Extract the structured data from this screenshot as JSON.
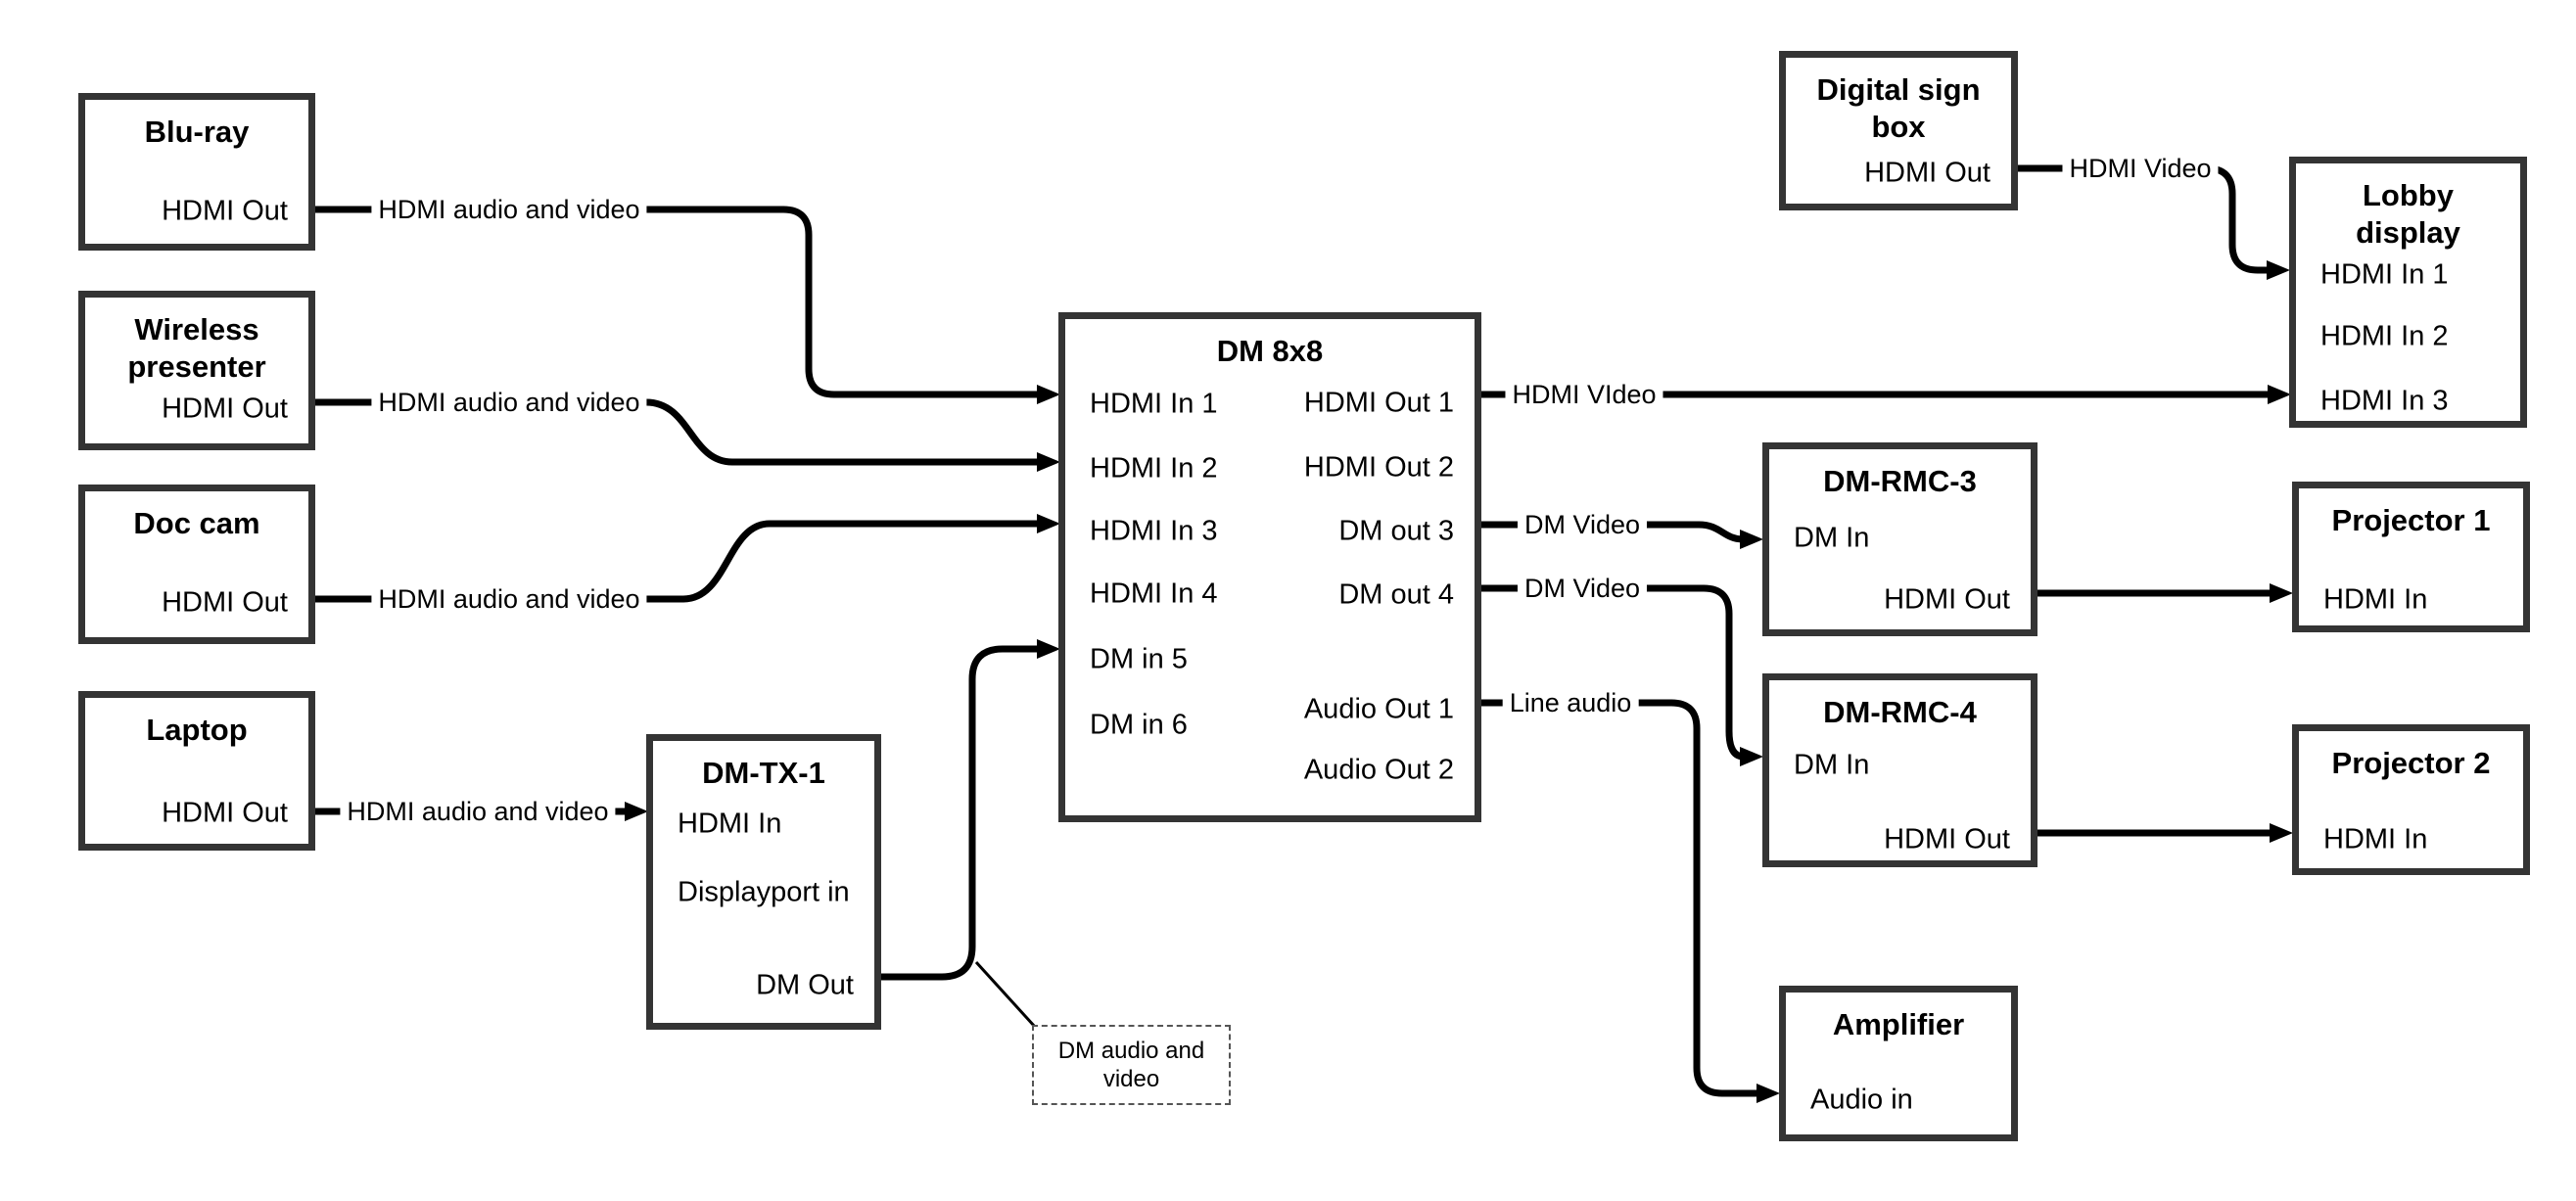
{
  "style": {
    "background": "#ffffff",
    "box_border_color": "#343434",
    "connector_color": "#000000",
    "text_color": "#000000",
    "note_border_color": "#555555"
  },
  "nodes": {
    "bluray": {
      "title": "Blu-ray",
      "ports": {
        "out": "HDMI Out"
      }
    },
    "wireless": {
      "title": "Wireless presenter",
      "ports": {
        "out": "HDMI Out"
      }
    },
    "doccam": {
      "title": "Doc cam",
      "ports": {
        "out": "HDMI Out"
      }
    },
    "laptop": {
      "title": "Laptop",
      "ports": {
        "out": "HDMI Out"
      }
    },
    "dmtx1": {
      "title": "DM-TX-1",
      "ports": {
        "hdmi_in": "HDMI In",
        "dp_in": "Displayport in",
        "dm_out": "DM Out"
      }
    },
    "dm8x8": {
      "title": "DM 8x8",
      "ports": {
        "in1": "HDMI In 1",
        "in2": "HDMI In 2",
        "in3": "HDMI In 3",
        "in4": "HDMI In 4",
        "in5": "DM in 5",
        "in6": "DM in 6",
        "out1": "HDMI Out 1",
        "out2": "HDMI Out 2",
        "out3": "DM out 3",
        "out4": "DM out 4",
        "aout1": "Audio Out 1",
        "aout2": "Audio Out 2"
      }
    },
    "digital": {
      "title": "Digital sign box",
      "ports": {
        "out": "HDMI Out"
      }
    },
    "lobby": {
      "title": "Lobby display",
      "ports": {
        "in1": "HDMI In 1",
        "in2": "HDMI In 2",
        "in3": "HDMI In 3"
      }
    },
    "rmc3": {
      "title": "DM-RMC-3",
      "ports": {
        "dm_in": "DM In",
        "hdmi_out": "HDMI Out"
      }
    },
    "proj1": {
      "title": "Projector 1",
      "ports": {
        "in": "HDMI In"
      }
    },
    "rmc4": {
      "title": "DM-RMC-4",
      "ports": {
        "dm_in": "DM In",
        "hdmi_out": "HDMI Out"
      }
    },
    "proj2": {
      "title": "Projector 2",
      "ports": {
        "in": "HDMI In"
      }
    },
    "amp": {
      "title": "Amplifier",
      "ports": {
        "in": "Audio in"
      }
    }
  },
  "edge_labels": {
    "bluray_to_dm8x8": "HDMI audio and video",
    "wireless_to_dm8x8": "HDMI audio and video",
    "doccam_to_dm8x8": "HDMI audio and video",
    "laptop_to_dmtx1": "HDMI audio and video",
    "dm8x8_out1_to_lobby": "HDMI VIdeo",
    "dm8x8_out3_to_rmc3": "DM Video",
    "dm8x8_out4_to_rmc4": "DM Video",
    "dm8x8_aout1_to_amp": "Line audio",
    "digital_to_lobby": "HDMI Video"
  },
  "annotation": {
    "dm_av_note": "DM audio and video"
  }
}
